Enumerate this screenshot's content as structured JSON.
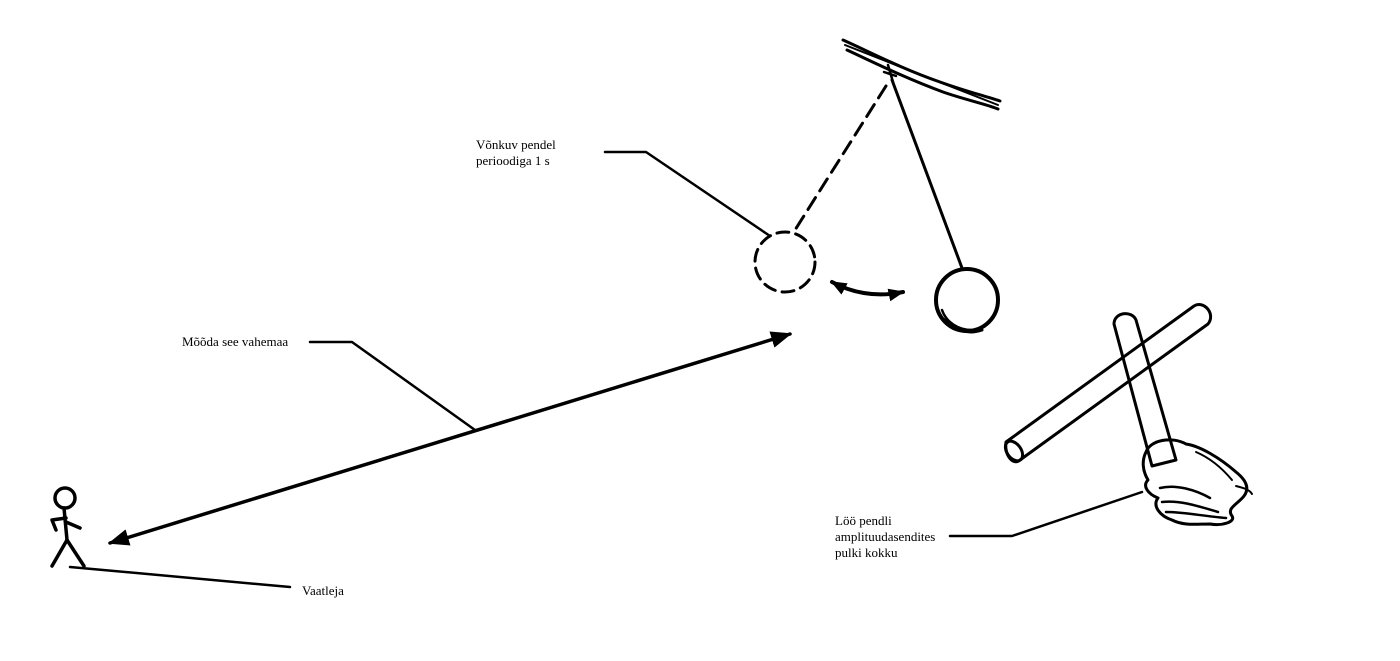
{
  "labels": {
    "pendulum_line1": "Võnkuv pendel",
    "pendulum_line2": "perioodiga 1 s",
    "distance": "Mõõda see vahemaa",
    "observer": "Vaatleja",
    "sticks_line1": "Löö pendli",
    "sticks_line2": "amplituudasendites",
    "sticks_line3": "pulki kokku"
  },
  "icons": {
    "pendulum": "pendulum-icon",
    "observer": "stick-figure-icon",
    "sticks": "hand-with-sticks-icon"
  },
  "colors": {
    "ink": "#000000",
    "background": "#ffffff"
  }
}
